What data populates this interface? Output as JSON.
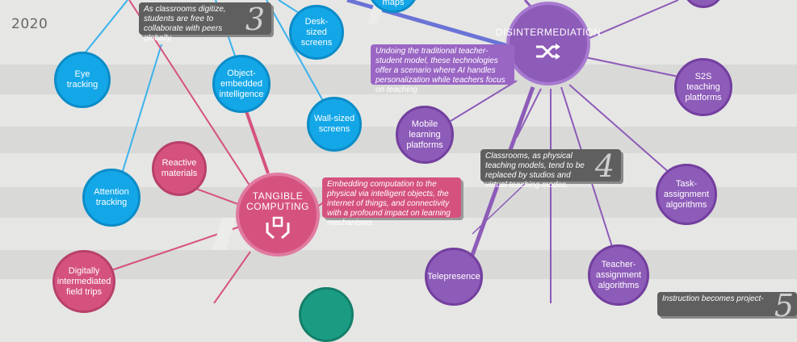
{
  "timeline": {
    "year": "2020"
  },
  "hubs": {
    "disintermediation": {
      "title": "DISINTERMEDIATION",
      "icon": "shuffle-icon",
      "color": "#8d5bb8"
    },
    "tangible": {
      "title": "TANGIBLE COMPUTING",
      "icon": "hands-cube-icon",
      "color": "#d5527f"
    }
  },
  "nodes": {
    "maps": "maps",
    "desk_sized_screens": "Desk-sized screens",
    "eye_tracking": "Eye tracking",
    "object_embedded": "Object-embedded intelligence",
    "wall_sized_screens": "Wall-sized screens",
    "attention_tracking": "Attention tracking",
    "reactive_materials": "Reactive materials",
    "digitally_intermediated": "Digitally intermediated field trips",
    "mobile_learning": "Mobile learning platforms",
    "s2s_teaching": "S2S teaching platforms",
    "task_assignment": "Task-assignment algorithms",
    "telepresence": "Telepresence",
    "teacher_assignment": "Teacher-assignment algorithms"
  },
  "cards": {
    "card3": {
      "text": "As classrooms digitize, students are free to collaborate with peers globally.",
      "number": "3"
    },
    "card4": {
      "text": "Classrooms, as physical teaching models, tend to be replaced by studios and virtual teaching modes.",
      "number": "4"
    },
    "card5": {
      "text": "Instruction becomes project-",
      "number": "5"
    },
    "disintermediation_desc": "Undoing the traditional teacher-student model, these technologies offer a scenario where AI handles personalization while teachers focus on teaching.",
    "tangible_desc": "Embedding computation to the physical via intelligent objects, the internet of things, and connectivity with a profound impact on learning mechanisms."
  },
  "colors": {
    "blue": "#13a7e8",
    "pink": "#d5527f",
    "purple": "#8d5bb8",
    "teal": "#1a9c83",
    "background": "#e6e6e4"
  }
}
